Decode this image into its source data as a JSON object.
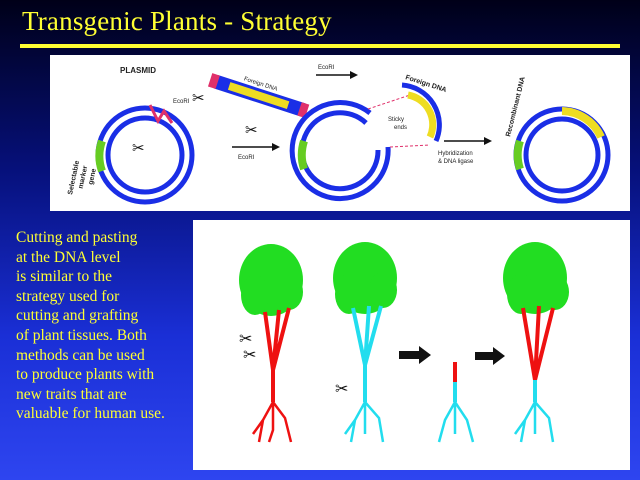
{
  "slide": {
    "title": "Transgenic Plants - Strategy",
    "body_text": "Cutting and pasting\nat the DNA level\nis similar to the\nstrategy used for\ncutting and grafting\nof plant tissues.  Both\nmethods can be used\nto produce plants with\nnew traits that are\nvaluable for human use."
  },
  "plasmid_diagram": {
    "plasmid_label": "PLASMID",
    "foreign_dna_label": "Foreign DNA",
    "ecori_label_1": "EcoRI",
    "ecori_label_2": "EcoRI",
    "ecori_label_3": "EcoRI",
    "selectable_label_1": "Selectable",
    "selectable_label_2": "marker",
    "selectable_label_3": "gene",
    "foreign_dna_label_2": "Foreign DNA",
    "sticky_label_1": "Sticky",
    "sticky_label_2": "ends",
    "hybridization_label_1": "Hybridization",
    "hybridization_label_2": "& DNA ligase",
    "recombinant_label": "Recombinant DNA"
  },
  "colors": {
    "plasmid_ring": "#1a2ee6",
    "marker_gene": "#66cc22",
    "foreign_gene": "#eedd22",
    "cut_site": "#e0306a",
    "donor_stem": "#ee1111",
    "graft_stem": "#22ddee",
    "foliage": "#22dd22"
  }
}
